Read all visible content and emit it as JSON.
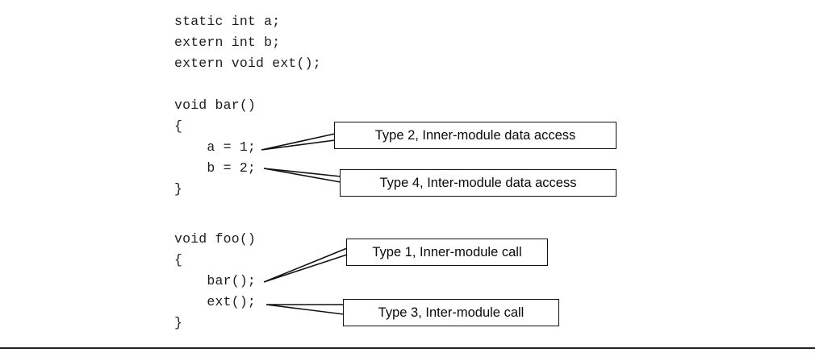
{
  "code": {
    "line1": "static int a;",
    "line2": "extern int b;",
    "line3": "extern void ext();",
    "line4": "void bar()",
    "line5": "{",
    "line6": "    a = 1;",
    "line7": "    b = 2;",
    "line8": "}",
    "line9": "void foo()",
    "line10": "{",
    "line11": "    bar();",
    "line12": "    ext();",
    "line13": "}"
  },
  "callouts": {
    "type2": "Type 2, Inner-module data access",
    "type4": "Type 4, Inter-module data access",
    "type1": "Type 1, Inner-module call",
    "type3": "Type 3, Inter-module call"
  },
  "colors": {
    "text": "#1d1d1d",
    "border": "#111111",
    "background": "#ffffff"
  }
}
